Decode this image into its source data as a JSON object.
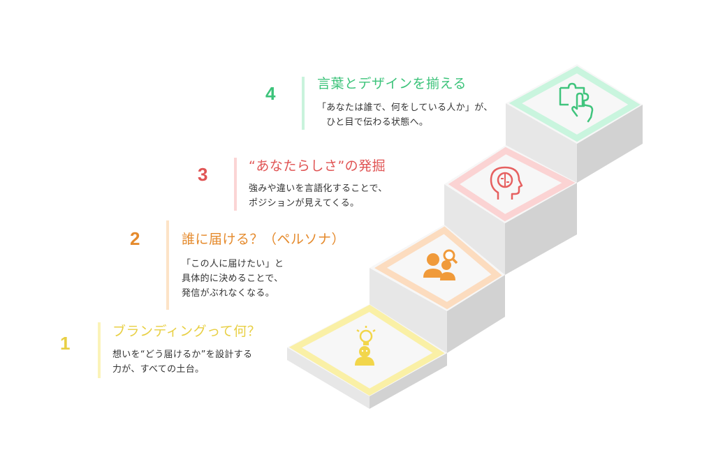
{
  "steps": [
    {
      "number": "1",
      "title": "ブランディングって何？",
      "description": "想いを“どう届けるか”を設計する\n力が、すべての土台。",
      "color": "#e8cf43",
      "icon": "person-lightbulb-icon"
    },
    {
      "number": "2",
      "title": "誰に届ける？（ペルソナ）",
      "description": "「この人に届けたい」と\n具体的に決めることで、\n発信がぶれなくなる。",
      "color": "#e58a2c",
      "icon": "people-search-icon"
    },
    {
      "number": "3",
      "title": "“あなたらしさ”の発掘",
      "description": "強みや違いを言語化することで、\nポジションが見えてくる。",
      "color": "#e05454",
      "icon": "head-brain-icon"
    },
    {
      "number": "4",
      "title": "言葉とデザインを揃える",
      "description": "「あなたは誰で、何をしている人か」が、\n　ひと目で伝わる状態へ。",
      "color": "#3cc37a",
      "icon": "hand-puzzle-icon"
    }
  ]
}
